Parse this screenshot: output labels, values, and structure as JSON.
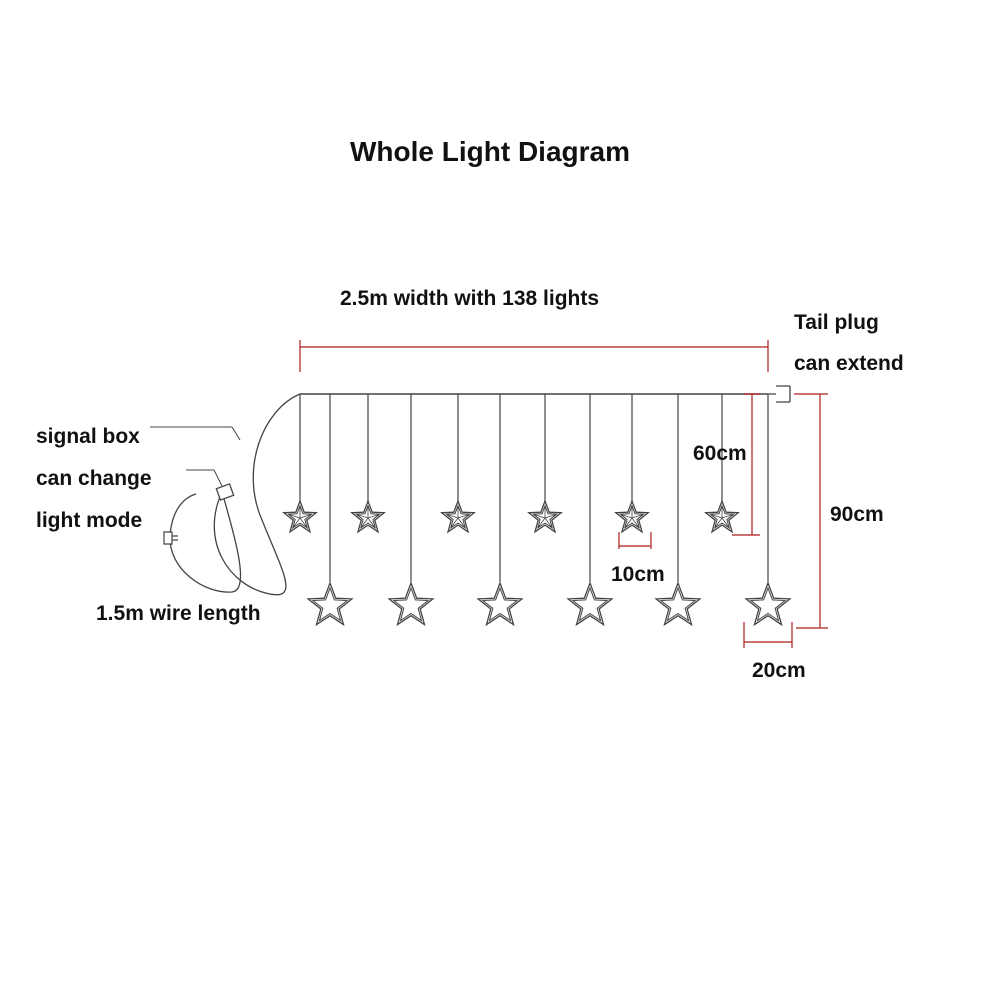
{
  "diagram": {
    "title": "Whole Light Diagram",
    "width_label": "2.5m width with 138 lights",
    "tail_plug": [
      "Tail plug",
      "can extend"
    ],
    "signal_box": [
      "signal box",
      "can change",
      "light mode"
    ],
    "wire_length": "1.5m wire length",
    "short_drop": "60cm",
    "long_drop": "90cm",
    "small_star_width": "10cm",
    "large_star_width": "20cm",
    "small_star_count": 6,
    "large_star_count": 6,
    "colors": {
      "line": "#444444",
      "dimension": "#b01c1c",
      "text": "#111111"
    }
  }
}
